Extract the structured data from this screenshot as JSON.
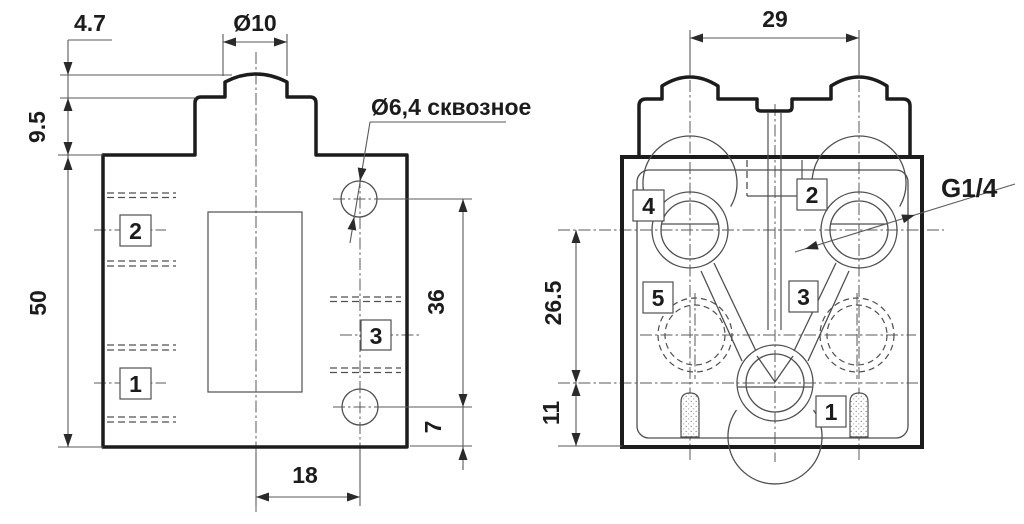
{
  "front_view": {
    "dim_plunger_stroke": "4.7",
    "dim_plunger_dia": "Ø10",
    "dim_boss_height": "9.5",
    "dim_body_height": "50",
    "dim_hole_spacing": "36",
    "dim_hole_bottom_offset": "7",
    "dim_hole_center_offset": "18",
    "note_through_hole": "Ø6,4 сквозное",
    "port_2": "2",
    "port_1": "1",
    "port_3": "3"
  },
  "bottom_view": {
    "dim_plunger_spacing": "29",
    "dim_port_row_offset": "26.5",
    "dim_port1_edge_offset": "11",
    "note_thread": "G1/4",
    "port_4": "4",
    "port_2": "2",
    "port_5": "5",
    "port_3": "3",
    "port_1": "1"
  },
  "colors": {
    "outline": "#1c1c1c",
    "thin_line": "#4f4f4f",
    "background": "#ffffff"
  }
}
